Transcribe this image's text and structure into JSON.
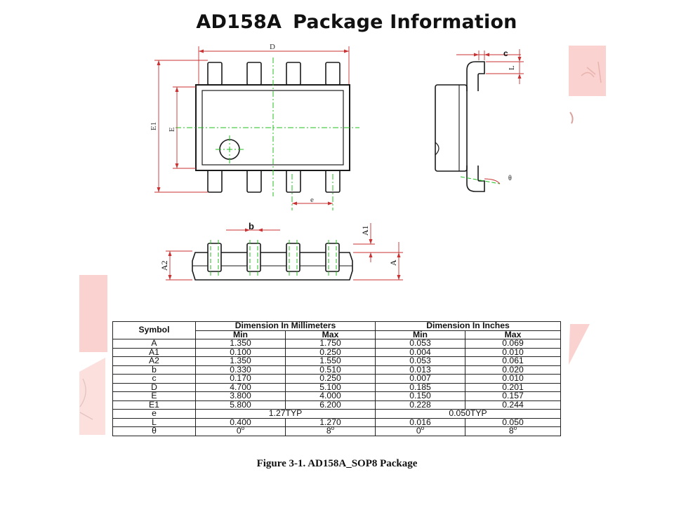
{
  "title": {
    "part": "AD158A",
    "rest": "Package Information"
  },
  "dimension_labels": {
    "D": "D",
    "E": "E",
    "E1": "E1",
    "e": "e",
    "b": "b",
    "A": "A",
    "A1": "A1",
    "A2": "A2",
    "c": "c",
    "L": "L",
    "theta": "θ"
  },
  "table": {
    "symbol_header": "Symbol",
    "mm_header": "Dimension In Millimeters",
    "inch_header": "Dimension In Inches",
    "min_label": "Min",
    "max_label": "Max",
    "rows": [
      {
        "symbol": "A",
        "mm_min": "1.350",
        "mm_max": "1.750",
        "in_min": "0.053",
        "in_max": "0.069"
      },
      {
        "symbol": "A1",
        "mm_min": "0.100",
        "mm_max": "0.250",
        "in_min": "0.004",
        "in_max": "0.010"
      },
      {
        "symbol": "A2",
        "mm_min": "1.350",
        "mm_max": "1.550",
        "in_min": "0.053",
        "in_max": "0.061"
      },
      {
        "symbol": "b",
        "mm_min": "0.330",
        "mm_max": "0.510",
        "in_min": "0.013",
        "in_max": "0.020"
      },
      {
        "symbol": "c",
        "mm_min": "0.170",
        "mm_max": "0.250",
        "in_min": "0.007",
        "in_max": "0.010"
      },
      {
        "symbol": "D",
        "mm_min": "4.700",
        "mm_max": "5.100",
        "in_min": "0.185",
        "in_max": "0.201"
      },
      {
        "symbol": "E",
        "mm_min": "3.800",
        "mm_max": "4.000",
        "in_min": "0.150",
        "in_max": "0.157"
      },
      {
        "symbol": "E1",
        "mm_min": "5.800",
        "mm_max": "6.200",
        "in_min": "0.228",
        "in_max": "0.244"
      }
    ],
    "e_row": {
      "symbol": "e",
      "mm_typ": "1.27TYP",
      "in_typ": "0.050TYP"
    },
    "L_row": {
      "symbol": "L",
      "mm_min": "0.400",
      "mm_max": "1.270",
      "in_min": "0.016",
      "in_max": "0.050"
    },
    "theta_row": {
      "symbol": "θ",
      "mm_min": "0",
      "mm_max": "8",
      "in_min": "0",
      "in_max": "8",
      "unit": "o"
    }
  },
  "caption": "Figure 3-1. AD158A_SOP8 Package",
  "colors": {
    "watermark": "#fad2cf",
    "centerline": "#22c022",
    "outline": "#1a1a1a",
    "dimension_line": "#c83232"
  }
}
